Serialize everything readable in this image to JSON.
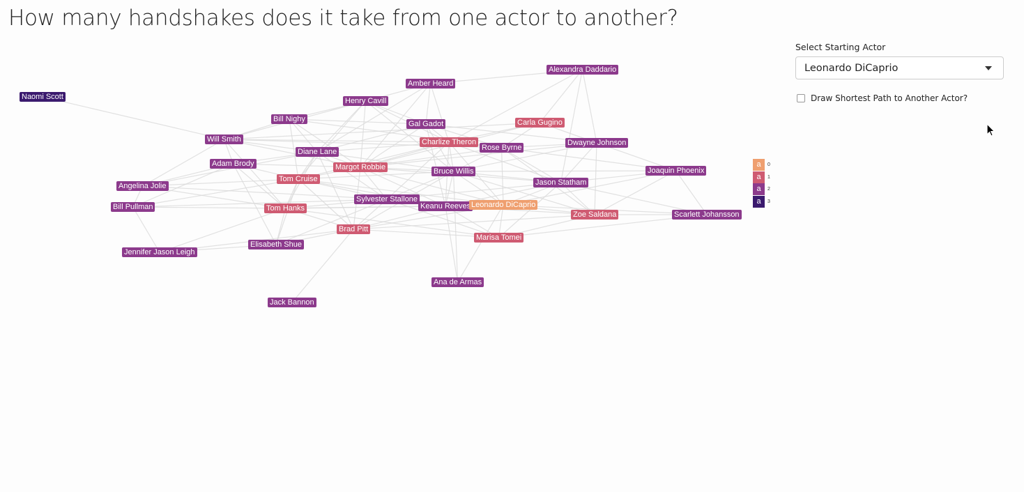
{
  "page": {
    "title": "How many handshakes does it take from one actor to another?"
  },
  "controls": {
    "select_label": "Select Starting Actor",
    "selected_actor": "Leonardo DiCaprio",
    "shortest_path_label": "Draw Shortest Path to Another Actor?",
    "shortest_path_checked": false
  },
  "colors": {
    "0": "#ef9f6f",
    "1": "#cf5b72",
    "2": "#8c3a8c",
    "3": "#3b1a6e",
    "edge": "#d9d9d9"
  },
  "legend": [
    {
      "glyph": "a",
      "level": "0"
    },
    {
      "glyph": "a",
      "level": "1"
    },
    {
      "glyph": "a",
      "level": "2"
    },
    {
      "glyph": "a",
      "level": "3"
    }
  ],
  "chart_data": {
    "type": "network",
    "nodes": [
      {
        "name": "Naomi Scott",
        "distance": 3
      },
      {
        "name": "Alexandra Daddario",
        "distance": 2
      },
      {
        "name": "Amber Heard",
        "distance": 2
      },
      {
        "name": "Henry Cavill",
        "distance": 2
      },
      {
        "name": "Bill Nighy",
        "distance": 2
      },
      {
        "name": "Gal Gadot",
        "distance": 2
      },
      {
        "name": "Carla Gugino",
        "distance": 1
      },
      {
        "name": "Will Smith",
        "distance": 2
      },
      {
        "name": "Charlize Theron",
        "distance": 1
      },
      {
        "name": "Dwayne Johnson",
        "distance": 2
      },
      {
        "name": "Rose Byrne",
        "distance": 2
      },
      {
        "name": "Diane Lane",
        "distance": 2
      },
      {
        "name": "Adam Brody",
        "distance": 2
      },
      {
        "name": "Margot Robbie",
        "distance": 1
      },
      {
        "name": "Bruce Willis",
        "distance": 2
      },
      {
        "name": "Joaquin Phoenix",
        "distance": 2
      },
      {
        "name": "Angelina Jolie",
        "distance": 2
      },
      {
        "name": "Tom Cruise",
        "distance": 1
      },
      {
        "name": "Jason Statham",
        "distance": 2
      },
      {
        "name": "Bill Pullman",
        "distance": 2
      },
      {
        "name": "Sylvester Stallone",
        "distance": 2
      },
      {
        "name": "Keanu Reeves",
        "distance": 2
      },
      {
        "name": "Leonardo DiCaprio",
        "distance": 0
      },
      {
        "name": "Tom Hanks",
        "distance": 1
      },
      {
        "name": "Zoe Saldana",
        "distance": 1
      },
      {
        "name": "Scarlett Johansson",
        "distance": 2
      },
      {
        "name": "Brad Pitt",
        "distance": 1
      },
      {
        "name": "Marisa Tomei",
        "distance": 1
      },
      {
        "name": "Jennifer Jason Leigh",
        "distance": 2
      },
      {
        "name": "Elisabeth Shue",
        "distance": 2
      },
      {
        "name": "Ana de Armas",
        "distance": 2
      },
      {
        "name": "Jack Bannon",
        "distance": 2
      }
    ],
    "edges": [
      [
        "Naomi Scott",
        "Will Smith"
      ],
      [
        "Alexandra Daddario",
        "Amber Heard"
      ],
      [
        "Alexandra Daddario",
        "Carla Gugino"
      ],
      [
        "Alexandra Daddario",
        "Dwayne Johnson"
      ],
      [
        "Alexandra Daddario",
        "Charlize Theron"
      ],
      [
        "Alexandra Daddario",
        "Jason Statham"
      ],
      [
        "Amber Heard",
        "Henry Cavill"
      ],
      [
        "Amber Heard",
        "Gal Gadot"
      ],
      [
        "Amber Heard",
        "Charlize Theron"
      ],
      [
        "Amber Heard",
        "Margot Robbie"
      ],
      [
        "Amber Heard",
        "Diane Lane"
      ],
      [
        "Henry Cavill",
        "Gal Gadot"
      ],
      [
        "Henry Cavill",
        "Diane Lane"
      ],
      [
        "Henry Cavill",
        "Bill Nighy"
      ],
      [
        "Henry Cavill",
        "Margot Robbie"
      ],
      [
        "Henry Cavill",
        "Bruce Willis"
      ],
      [
        "Henry Cavill",
        "Will Smith"
      ],
      [
        "Henry Cavill",
        "Tom Cruise"
      ],
      [
        "Henry Cavill",
        "Charlize Theron"
      ],
      [
        "Bill Nighy",
        "Will Smith"
      ],
      [
        "Bill Nighy",
        "Gal Gadot"
      ],
      [
        "Bill Nighy",
        "Diane Lane"
      ],
      [
        "Bill Nighy",
        "Tom Cruise"
      ],
      [
        "Bill Nighy",
        "Margot Robbie"
      ],
      [
        "Bill Nighy",
        "Rose Byrne"
      ],
      [
        "Gal Gadot",
        "Charlize Theron"
      ],
      [
        "Gal Gadot",
        "Bruce Willis"
      ],
      [
        "Gal Gadot",
        "Dwayne Johnson"
      ],
      [
        "Gal Gadot",
        "Rose Byrne"
      ],
      [
        "Gal Gadot",
        "Diane Lane"
      ],
      [
        "Gal Gadot",
        "Margot Robbie"
      ],
      [
        "Gal Gadot",
        "Keanu Reeves"
      ],
      [
        "Carla Gugino",
        "Dwayne Johnson"
      ],
      [
        "Carla Gugino",
        "Charlize Theron"
      ],
      [
        "Carla Gugino",
        "Rose Byrne"
      ],
      [
        "Carla Gugino",
        "Will Smith"
      ],
      [
        "Carla Gugino",
        "Margot Robbie"
      ],
      [
        "Will Smith",
        "Diane Lane"
      ],
      [
        "Will Smith",
        "Charlize Theron"
      ],
      [
        "Will Smith",
        "Margot Robbie"
      ],
      [
        "Will Smith",
        "Angelina Jolie"
      ],
      [
        "Will Smith",
        "Tom Hanks"
      ],
      [
        "Will Smith",
        "Rose Byrne"
      ],
      [
        "Will Smith",
        "Adam Brody"
      ],
      [
        "Charlize Theron",
        "Rose Byrne"
      ],
      [
        "Charlize Theron",
        "Margot Robbie"
      ],
      [
        "Charlize Theron",
        "Bruce Willis"
      ],
      [
        "Charlize Theron",
        "Keanu Reeves"
      ],
      [
        "Charlize Theron",
        "Diane Lane"
      ],
      [
        "Charlize Theron",
        "Sylvester Stallone"
      ],
      [
        "Charlize Theron",
        "Tom Cruise"
      ],
      [
        "Charlize Theron",
        "Jason Statham"
      ],
      [
        "Charlize Theron",
        "Leonardo DiCaprio"
      ],
      [
        "Dwayne Johnson",
        "Rose Byrne"
      ],
      [
        "Dwayne Johnson",
        "Jason Statham"
      ],
      [
        "Dwayne Johnson",
        "Zoe Saldana"
      ],
      [
        "Dwayne Johnson",
        "Joaquin Phoenix"
      ],
      [
        "Dwayne Johnson",
        "Bruce Willis"
      ],
      [
        "Dwayne Johnson",
        "Margot Robbie"
      ],
      [
        "Rose Byrne",
        "Bruce Willis"
      ],
      [
        "Rose Byrne",
        "Jason Statham"
      ],
      [
        "Rose Byrne",
        "Leonardo DiCaprio"
      ],
      [
        "Rose Byrne",
        "Margot Robbie"
      ],
      [
        "Rose Byrne",
        "Joaquin Phoenix"
      ],
      [
        "Rose Byrne",
        "Zoe Saldana"
      ],
      [
        "Diane Lane",
        "Adam Brody"
      ],
      [
        "Diane Lane",
        "Margot Robbie"
      ],
      [
        "Diane Lane",
        "Tom Cruise"
      ],
      [
        "Diane Lane",
        "Bruce Willis"
      ],
      [
        "Diane Lane",
        "Angelina Jolie"
      ],
      [
        "Diane Lane",
        "Tom Hanks"
      ],
      [
        "Diane Lane",
        "Brad Pitt"
      ],
      [
        "Diane Lane",
        "Sylvester Stallone"
      ],
      [
        "Adam Brody",
        "Tom Cruise"
      ],
      [
        "Adam Brody",
        "Margot Robbie"
      ],
      [
        "Adam Brody",
        "Tom Hanks"
      ],
      [
        "Adam Brody",
        "Bill Pullman"
      ],
      [
        "Adam Brody",
        "Angelina Jolie"
      ],
      [
        "Adam Brody",
        "Elisabeth Shue"
      ],
      [
        "Margot Robbie",
        "Bruce Willis"
      ],
      [
        "Margot Robbie",
        "Tom Cruise"
      ],
      [
        "Margot Robbie",
        "Sylvester Stallone"
      ],
      [
        "Margot Robbie",
        "Leonardo DiCaprio"
      ],
      [
        "Margot Robbie",
        "Jason Statham"
      ],
      [
        "Margot Robbie",
        "Brad Pitt"
      ],
      [
        "Margot Robbie",
        "Keanu Reeves"
      ],
      [
        "Bruce Willis",
        "Jason Statham"
      ],
      [
        "Bruce Willis",
        "Keanu Reeves"
      ],
      [
        "Bruce Willis",
        "Sylvester Stallone"
      ],
      [
        "Bruce Willis",
        "Tom Cruise"
      ],
      [
        "Bruce Willis",
        "Leonardo DiCaprio"
      ],
      [
        "Bruce Willis",
        "Zoe Saldana"
      ],
      [
        "Bruce Willis",
        "Joaquin Phoenix"
      ],
      [
        "Bruce Willis",
        "Brad Pitt"
      ],
      [
        "Bruce Willis",
        "Ana de Armas"
      ],
      [
        "Joaquin Phoenix",
        "Jason Statham"
      ],
      [
        "Joaquin Phoenix",
        "Scarlett Johansson"
      ],
      [
        "Joaquin Phoenix",
        "Zoe Saldana"
      ],
      [
        "Joaquin Phoenix",
        "Leonardo DiCaprio"
      ],
      [
        "Angelina Jolie",
        "Tom Cruise"
      ],
      [
        "Angelina Jolie",
        "Tom Hanks"
      ],
      [
        "Angelina Jolie",
        "Bill Pullman"
      ],
      [
        "Angelina Jolie",
        "Sylvester Stallone"
      ],
      [
        "Tom Cruise",
        "Tom Hanks"
      ],
      [
        "Tom Cruise",
        "Sylvester Stallone"
      ],
      [
        "Tom Cruise",
        "Elisabeth Shue"
      ],
      [
        "Tom Cruise",
        "Brad Pitt"
      ],
      [
        "Tom Cruise",
        "Bill Pullman"
      ],
      [
        "Tom Cruise",
        "Keanu Reeves"
      ],
      [
        "Tom Cruise",
        "Leonardo DiCaprio"
      ],
      [
        "Jason Statham",
        "Sylvester Stallone"
      ],
      [
        "Jason Statham",
        "Keanu Reeves"
      ],
      [
        "Jason Statham",
        "Zoe Saldana"
      ],
      [
        "Jason Statham",
        "Leonardo DiCaprio"
      ],
      [
        "Jason Statham",
        "Scarlett Johansson"
      ],
      [
        "Jason Statham",
        "Marisa Tomei"
      ],
      [
        "Bill Pullman",
        "Tom Hanks"
      ],
      [
        "Bill Pullman",
        "Jennifer Jason Leigh"
      ],
      [
        "Bill Pullman",
        "Sylvester Stallone"
      ],
      [
        "Sylvester Stallone",
        "Keanu Reeves"
      ],
      [
        "Sylvester Stallone",
        "Tom Hanks"
      ],
      [
        "Sylvester Stallone",
        "Brad Pitt"
      ],
      [
        "Sylvester Stallone",
        "Leonardo DiCaprio"
      ],
      [
        "Sylvester Stallone",
        "Marisa Tomei"
      ],
      [
        "Sylvester Stallone",
        "Elisabeth Shue"
      ],
      [
        "Keanu Reeves",
        "Leonardo DiCaprio"
      ],
      [
        "Keanu Reeves",
        "Brad Pitt"
      ],
      [
        "Keanu Reeves",
        "Marisa Tomei"
      ],
      [
        "Keanu Reeves",
        "Zoe Saldana"
      ],
      [
        "Keanu Reeves",
        "Ana de Armas"
      ],
      [
        "Keanu Reeves",
        "Tom Hanks"
      ],
      [
        "Leonardo DiCaprio",
        "Zoe Saldana"
      ],
      [
        "Leonardo DiCaprio",
        "Brad Pitt"
      ],
      [
        "Leonardo DiCaprio",
        "Marisa Tomei"
      ],
      [
        "Leonardo DiCaprio",
        "Tom Hanks"
      ],
      [
        "Leonardo DiCaprio",
        "Scarlett Johansson"
      ],
      [
        "Leonardo DiCaprio",
        "Ana de Armas"
      ],
      [
        "Tom Hanks",
        "Brad Pitt"
      ],
      [
        "Tom Hanks",
        "Elisabeth Shue"
      ],
      [
        "Tom Hanks",
        "Jennifer Jason Leigh"
      ],
      [
        "Tom Hanks",
        "Marisa Tomei"
      ],
      [
        "Zoe Saldana",
        "Scarlett Johansson"
      ],
      [
        "Zoe Saldana",
        "Marisa Tomei"
      ],
      [
        "Zoe Saldana",
        "Brad Pitt"
      ],
      [
        "Brad Pitt",
        "Elisabeth Shue"
      ],
      [
        "Brad Pitt",
        "Marisa Tomei"
      ],
      [
        "Brad Pitt",
        "Jack Bannon"
      ],
      [
        "Brad Pitt",
        "Jennifer Jason Leigh"
      ],
      [
        "Marisa Tomei",
        "Scarlett Johansson"
      ],
      [
        "Elisabeth Shue",
        "Jennifer Jason Leigh"
      ]
    ]
  }
}
